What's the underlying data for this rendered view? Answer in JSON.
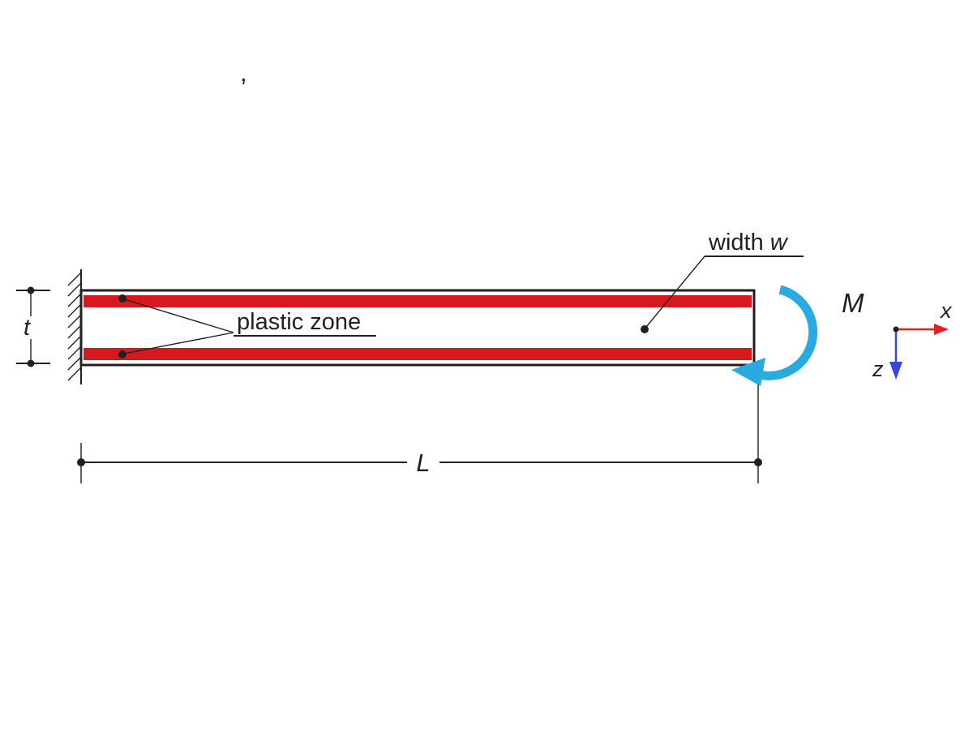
{
  "diagram": {
    "labels": {
      "plastic_zone": "plastic zone",
      "width_prefix": "width ",
      "width_var": "w",
      "moment": "M",
      "axis_x": "x",
      "axis_z": "z",
      "thickness": "t",
      "length": "L",
      "artifact": ","
    },
    "colors": {
      "plastic_red": "#d6191f",
      "moment_blue": "#29abe2",
      "axis_x_red": "#ed1c24",
      "axis_z_blue": "#3a45d8",
      "line_black": "#231f20"
    }
  }
}
